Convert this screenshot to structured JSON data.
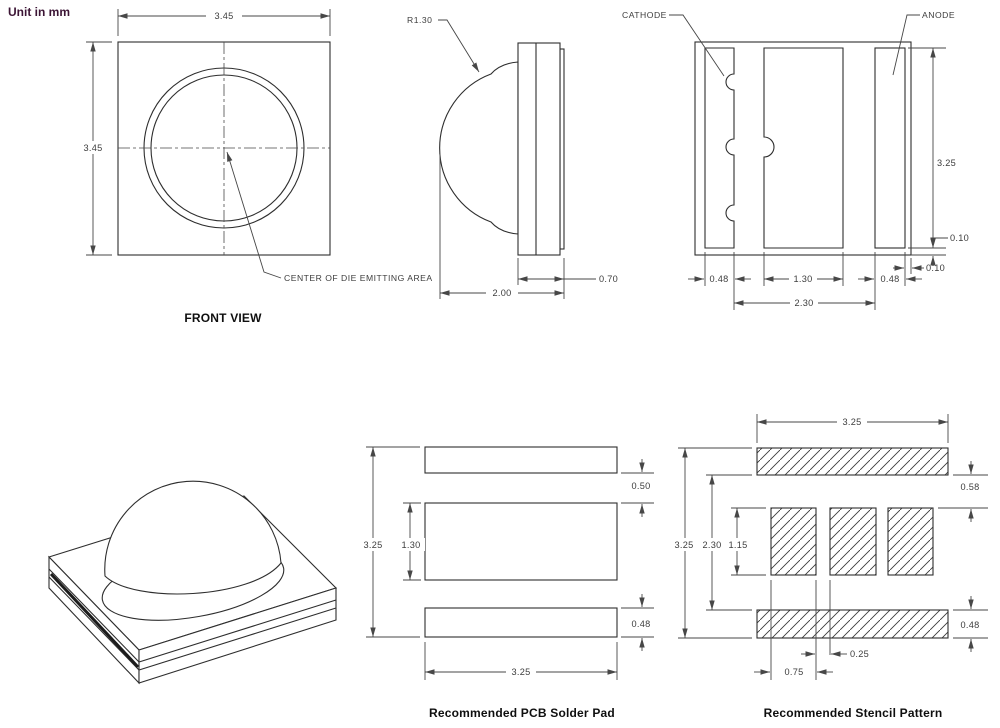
{
  "unit_note": "Unit in mm",
  "front_view": {
    "caption": "FRONT VIEW",
    "width": "3.45",
    "height": "3.45",
    "center_label": "CENTER OF DIE EMITTING AREA"
  },
  "side_view": {
    "lens_radius": "R1.30",
    "total_depth": "2.00",
    "body_depth": "0.70"
  },
  "back_view": {
    "cathode_label": "CATHODE",
    "anode_label": "ANODE",
    "pad_length": "3.25",
    "edge_gap_bottom": "0.10",
    "edge_gap_right": "0.10",
    "cathode_pad_width": "0.48",
    "center_pad_width": "1.30",
    "anode_pad_width": "0.48",
    "pad_span": "2.30"
  },
  "pcb_pad_view": {
    "caption": "Recommended PCB Solder Pad",
    "overall_height": "3.25",
    "center_pad_height": "1.30",
    "top_gap": "0.50",
    "bottom_pad_height": "0.48",
    "overall_width": "3.25"
  },
  "stencil_view": {
    "caption": "Recommended Stencil Pattern",
    "overall_width": "3.25",
    "overall_height": "3.25",
    "inner_height": "2.30",
    "aperture_height": "1.15",
    "top_gap": "0.58",
    "bottom_aperture_height": "0.48",
    "aperture_gap": "0.25",
    "aperture_width": "0.75"
  },
  "colors": {
    "line": "#2e2e2e",
    "dimension": "#474747",
    "note_text": "#3c1535"
  }
}
